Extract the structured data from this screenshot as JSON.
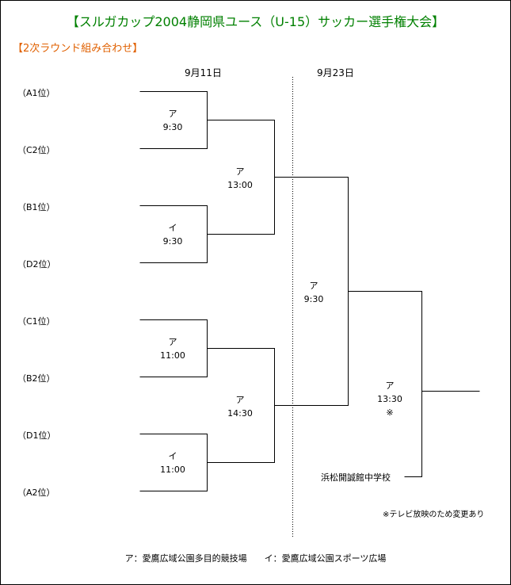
{
  "title": "【スルガカップ2004静岡県ユース（U-15）サッカー選手権大会】",
  "subtitle": "【2次ラウンド組み合わせ】",
  "dates": [
    "9月11日",
    "9月23日"
  ],
  "teams": [
    "（A1位）",
    "（C2位）",
    "（B1位）",
    "（D2位）",
    "（C1位）",
    "（B2位）",
    "（D1位）",
    "（A2位）"
  ],
  "matches": {
    "r1_1": {
      "venue": "ア",
      "time": "9:30"
    },
    "r1_2": {
      "venue": "イ",
      "time": "9:30"
    },
    "r1_3": {
      "venue": "ア",
      "time": "11:00"
    },
    "r1_4": {
      "venue": "イ",
      "time": "11:00"
    },
    "r2_1": {
      "venue": "ア",
      "time": "13:00"
    },
    "r2_2": {
      "venue": "ア",
      "time": "14:30"
    },
    "r3_1": {
      "venue": "ア",
      "time": "9:30"
    },
    "final": {
      "venue": "ア",
      "time": "13:30",
      "mark": "※"
    }
  },
  "seeded_school": "浜松開誠館中学校",
  "note": "※テレビ放映のため変更あり",
  "legend": "ア：愛鷹広域公園多目的競技場　　イ：愛鷹広域公園スポーツ広場",
  "colors": {
    "title": "#008000",
    "subtitle": "#e06000",
    "lines": "#000000"
  }
}
